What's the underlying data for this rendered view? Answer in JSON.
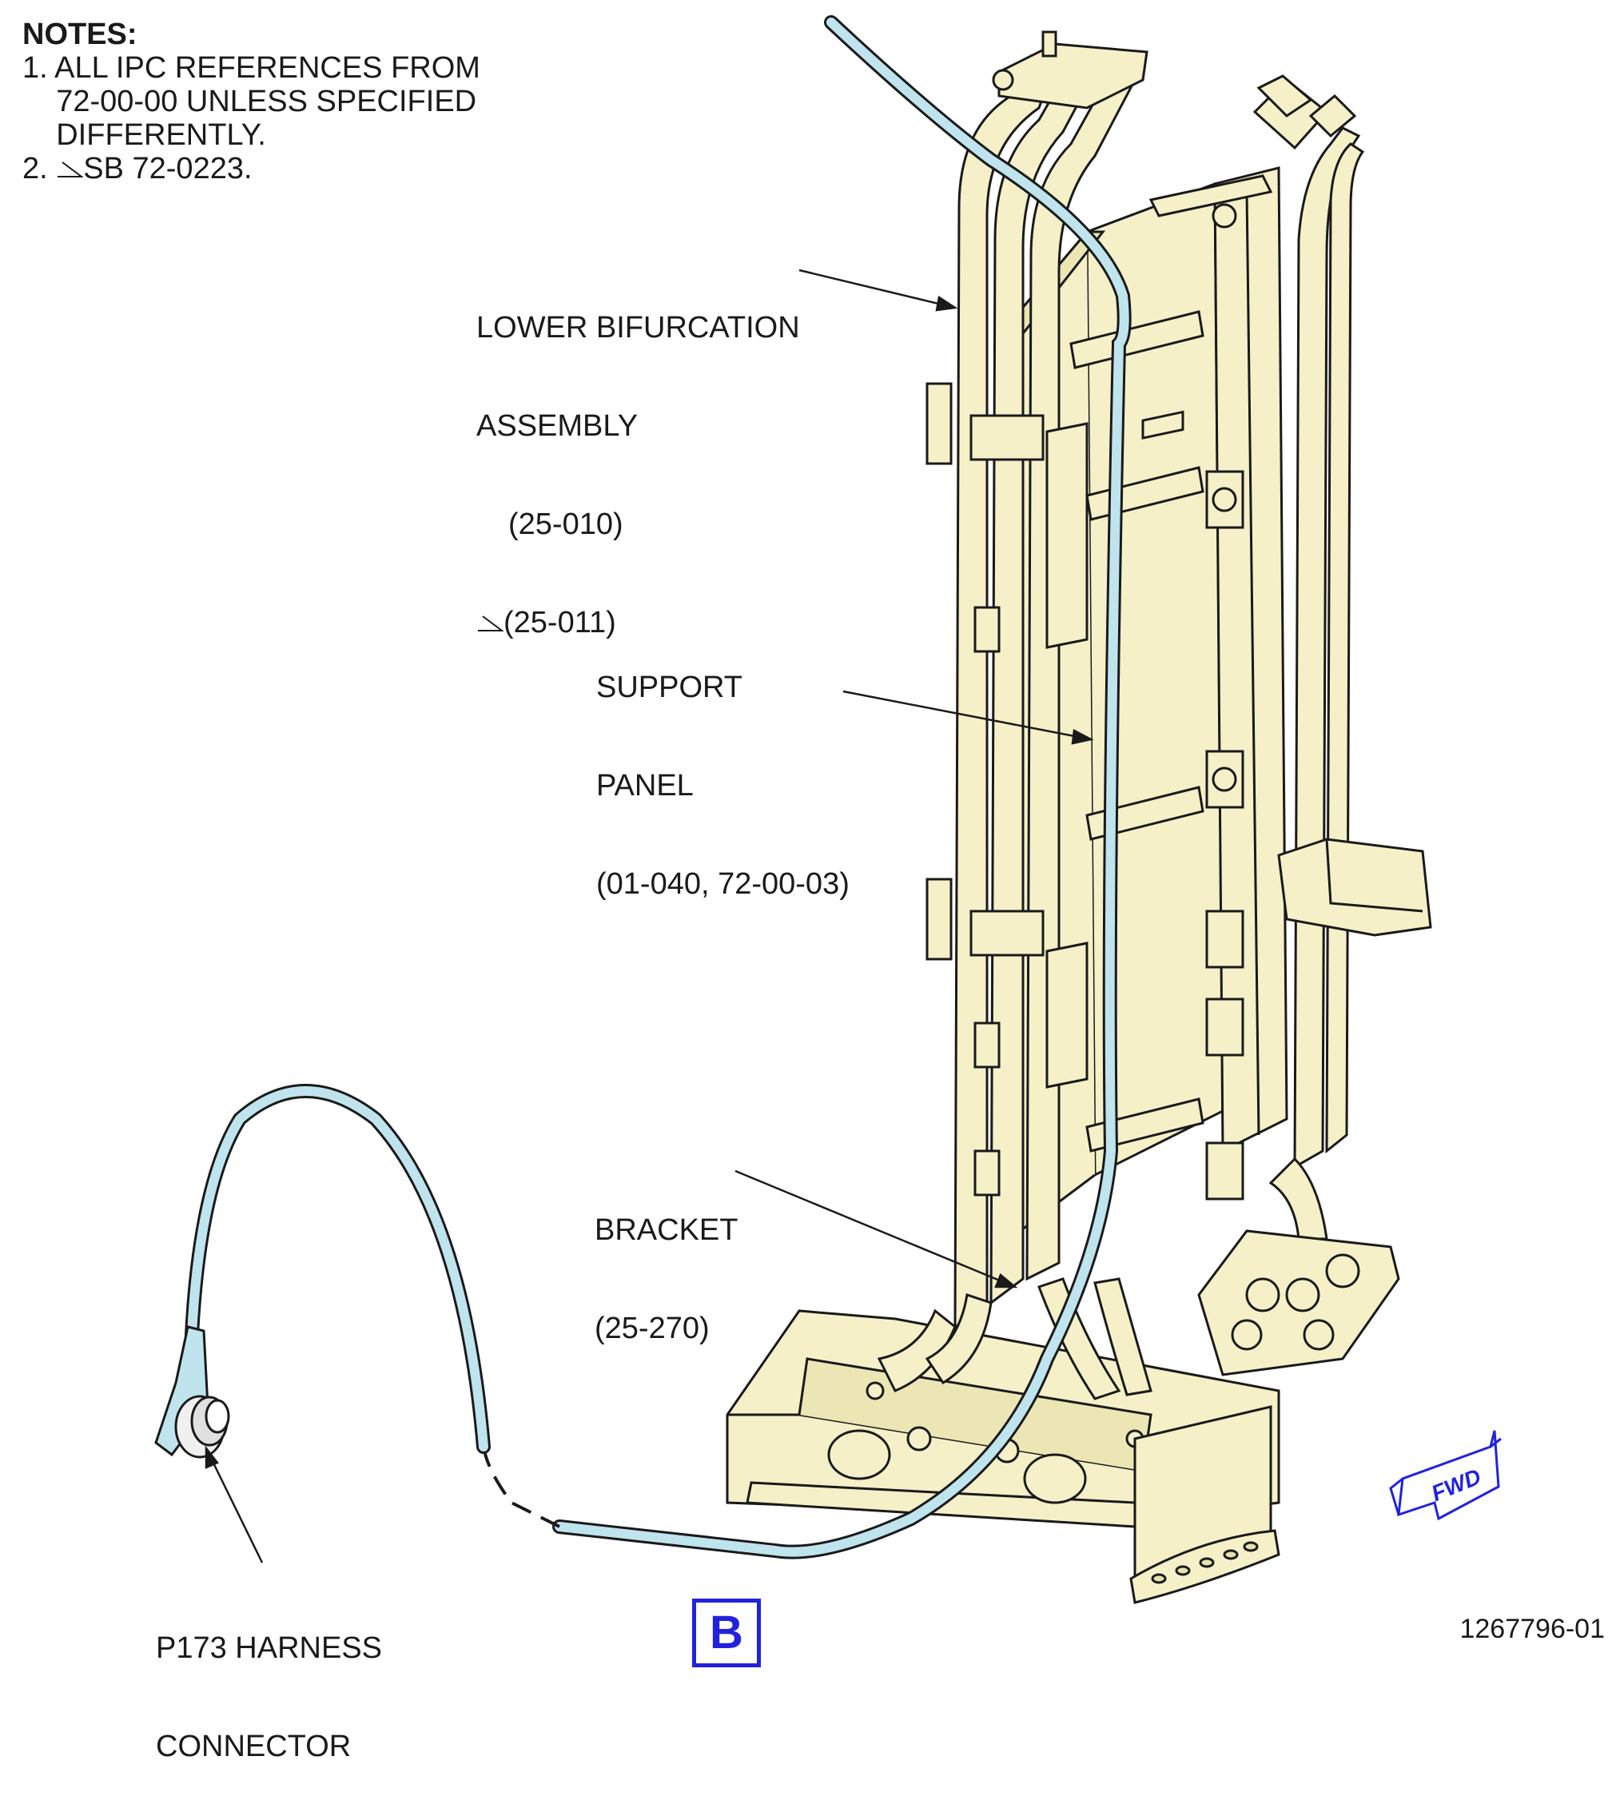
{
  "notes": {
    "title": "NOTES:",
    "items": [
      "1. ALL IPC REFERENCES FROM",
      "    72-00-00 UNLESS SPECIFIED",
      "    DIFFERENTLY.",
      "2.",
      "SB 72-0223."
    ]
  },
  "callouts": {
    "lower_bifurcation": {
      "line1": "LOWER BIFURCATION",
      "line2": "ASSEMBLY",
      "line3": "(25-010)",
      "line4": "(25-011)"
    },
    "support_panel": {
      "line1": "SUPPORT",
      "line2": "PANEL",
      "line3": "(01-040, 72-00-03)"
    },
    "bracket": {
      "line1": "BRACKET",
      "line2": "(25-270)"
    },
    "connector": {
      "line1": "P173 HARNESS",
      "line2": "CONNECTOR"
    }
  },
  "fwd_label": "FWD",
  "view_label": "B",
  "figure_id": "1267796-01",
  "colors": {
    "part_fill": "#f5f0c8",
    "harness": "#bfe4ee",
    "line": "#1a1a1a",
    "accent": "#2222dd"
  }
}
